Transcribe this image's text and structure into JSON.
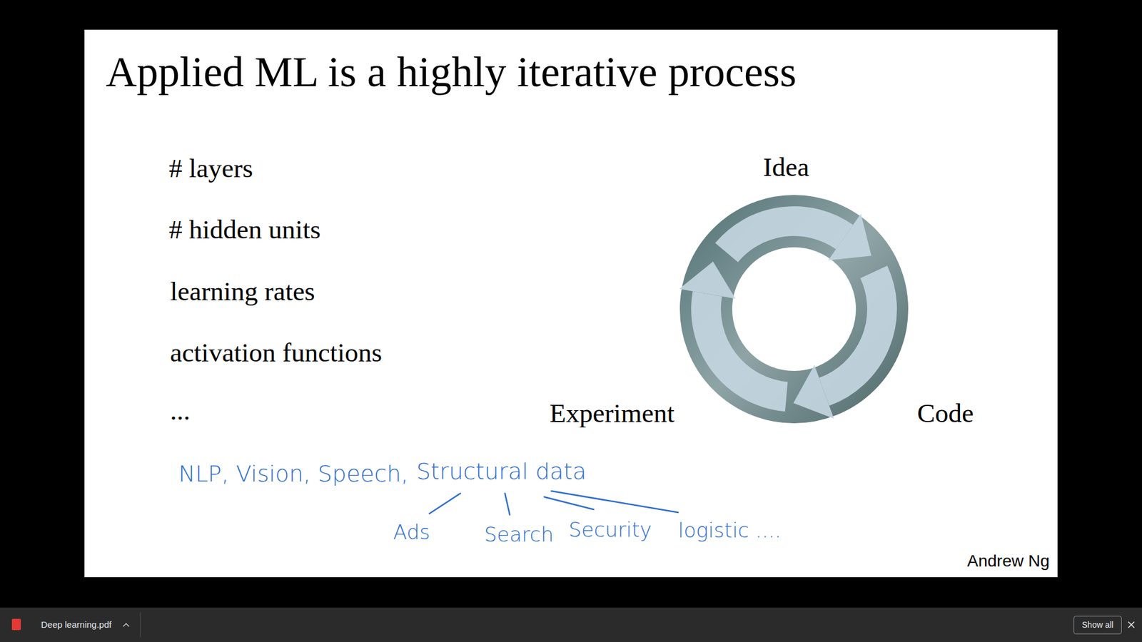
{
  "diagram": {
    "title": "Applied ML is a highly iterative process",
    "nodes": [
      {
        "text": [
          "Show all"
        ]
      }
    ],
    "labels": [
      "# layers",
      "# hidden units",
      "learning rates",
      "activation functions",
      "...",
      "Idea",
      "Experiment",
      "Code",
      "NLP, Vision, Speech,",
      "Structural data",
      "Ads",
      "Search",
      "Security",
      "logistic ....",
      "Andrew Ng",
      "Deep learning.pdf"
    ]
  }
}
